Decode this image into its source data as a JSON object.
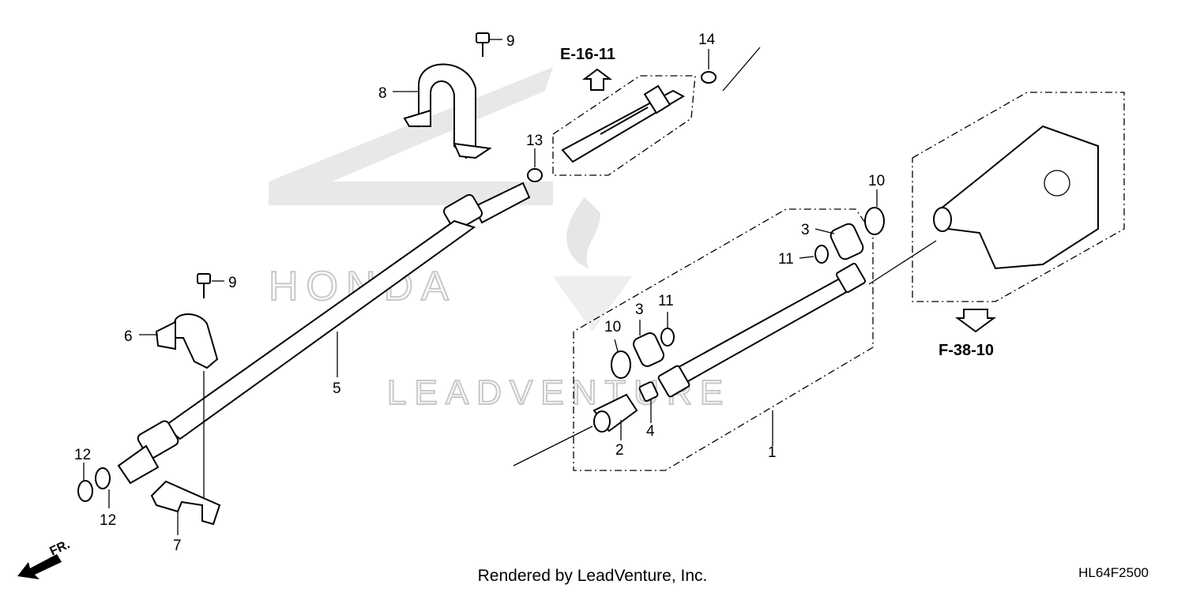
{
  "watermark": {
    "brand": "HONDA",
    "dealer": "LEADVENTURE"
  },
  "callouts": {
    "p1": "1",
    "p2": "2",
    "p3a": "3",
    "p3b": "3",
    "p4": "4",
    "p5": "5",
    "p6": "6",
    "p7": "7",
    "p8": "8",
    "p9a": "9",
    "p9b": "9",
    "p10a": "10",
    "p10b": "10",
    "p11a": "11",
    "p11b": "11",
    "p12a": "12",
    "p12b": "12",
    "p13": "13",
    "p14": "14"
  },
  "references": {
    "upper": "E-16-11",
    "right": "F-38-10"
  },
  "front_indicator": "FR.",
  "footer": {
    "credit": "Rendered by LeadVenture, Inc.",
    "code": "HL64F2500"
  },
  "colors": {
    "line": "#000000",
    "watermark": "#c8c8c8"
  }
}
